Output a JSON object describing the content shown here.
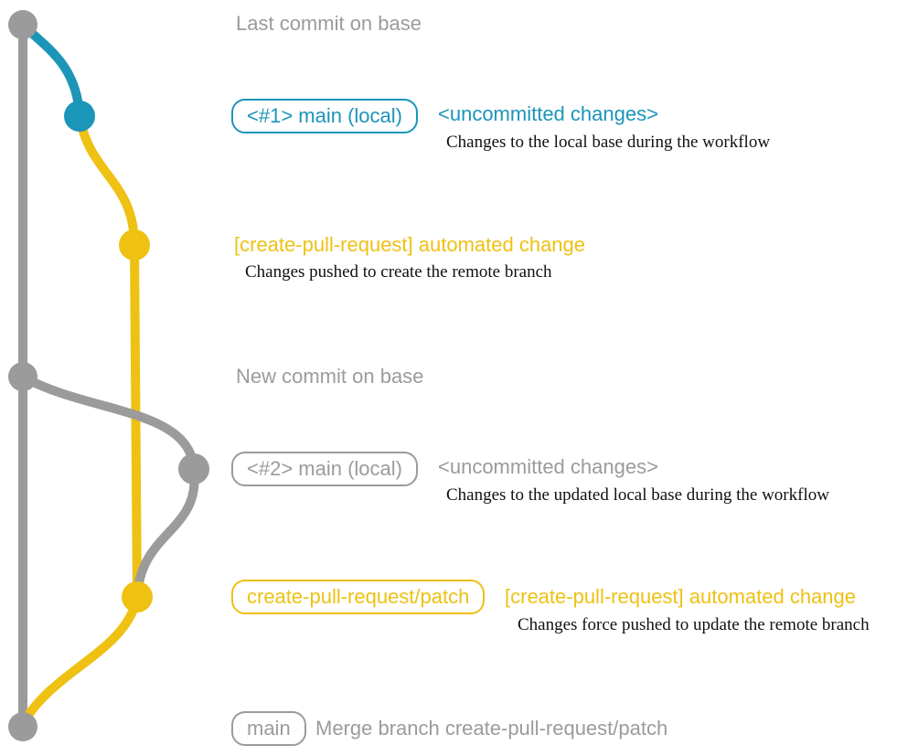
{
  "colors": {
    "base_gray": "#9b9b9b",
    "local_blue": "#1b95b8",
    "patch_yellow": "#eec113",
    "description_text": "#111111",
    "background": "#ffffff"
  },
  "annotations": {
    "last_commit": "Last commit on base",
    "branch1_badge": "<#1> main (local)",
    "branch1_tag": "<uncommitted changes>",
    "branch1_desc": "Changes to the local base during the workflow",
    "push1_title": "[create-pull-request] automated change",
    "push1_desc": "Changes pushed to create the remote branch",
    "new_commit": "New commit on base",
    "branch2_badge": "<#2> main (local)",
    "branch2_tag": "<uncommitted changes>",
    "branch2_desc": "Changes to the updated local base during the workflow",
    "patch_badge": "create-pull-request/patch",
    "push2_title": "[create-pull-request] automated change",
    "push2_desc": "Changes force pushed to update the remote branch",
    "merge_badge": "main",
    "merge_text": "Merge branch create-pull-request/patch"
  }
}
